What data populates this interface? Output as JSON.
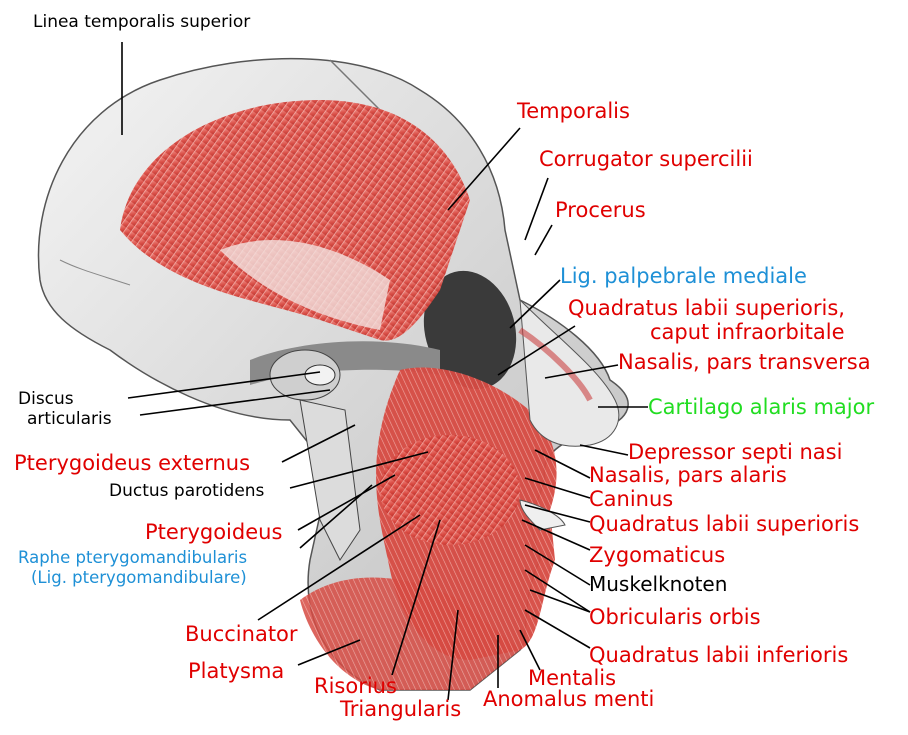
{
  "labels": {
    "linea_temporalis": "Linea temporalis superior",
    "temporalis": "Temporalis",
    "corrugator": "Corrugator supercilii",
    "procerus": "Procerus",
    "lig_palpebrale": "Lig. palpebrale mediale",
    "quadratus_sup_1": "Quadratus labii superioris,",
    "quadratus_sup_2": "caput infraorbitale",
    "nasalis_trans": "Nasalis, pars transversa",
    "cartilago": "Cartilago alaris major",
    "depressor": "Depressor septi nasi",
    "nasalis_alaris": "Nasalis, pars alaris",
    "caninus": "Caninus",
    "quadratus_sup_b": "Quadratus labii superioris",
    "zygomaticus": "Zygomaticus",
    "muskelknoten": "Muskelknoten",
    "obricularis": "Obricularis orbis",
    "quadratus_inf": "Quadratus labii inferioris",
    "mentalis": "Mentalis",
    "anomalus": "Anomalus menti",
    "triangularis": "Triangularis",
    "risorius": "Risorius",
    "platysma": "Platysma",
    "buccinator": "Buccinator",
    "raphe_1": "Raphe pterygomandibularis",
    "raphe_2": "(Lig. pterygomandibulare)",
    "pterygoideus": "Pterygoideus",
    "ductus": "Ductus parotidens",
    "pterygoideus_ext": "Pterygoideus externus",
    "discus_1": "Discus",
    "discus_2": "articularis"
  },
  "colors": {
    "muscle_label": "#e00000",
    "structure_label": "#000000",
    "ligament_label": "#1e90d6",
    "cartilage_label": "#22dd22",
    "muscle_fill": "#d9534f",
    "bone_fill": "#e4e4e4"
  }
}
